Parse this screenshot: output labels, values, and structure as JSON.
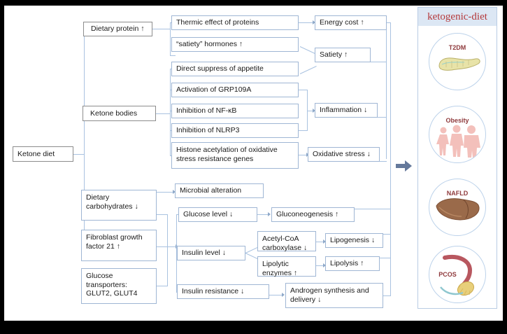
{
  "figure": {
    "background_color": "#000000",
    "canvas_color": "#ffffff",
    "box_border_color": "#9fb6d4",
    "connector_color": "#a9c2e0",
    "panel_header_color": "#dce7f4",
    "panel_title_color": "#b4393b"
  },
  "root": {
    "label": "Ketone diet"
  },
  "branches": {
    "dietary_protein": {
      "label": "Dietary protein ↑"
    },
    "ketone_bodies": {
      "label": "Ketone bodies"
    },
    "dietary_carbohydrates": {
      "label": "Dietary\ncarbohydrates ↓"
    },
    "fgf21": {
      "label": "Fibroblast growth\nfactor 21 ↑"
    },
    "glucose_transporters": {
      "label": "Glucose\ntransporters:\nGLUT2, GLUT4"
    }
  },
  "mechanisms": {
    "thermic_effect": {
      "label": "Thermic effect of proteins"
    },
    "satiety_hormones": {
      "label": "“satiety” hormones  ↑"
    },
    "direct_suppress": {
      "label": "Direct suppress of appetite"
    },
    "activation_grp109a": {
      "label": "Activation of GRP109A"
    },
    "inhibition_nfkb": {
      "label": "Inhibition of NF-κB"
    },
    "inhibition_nlrp3": {
      "label": "Inhibition of NLRP3"
    },
    "histone_acetylation": {
      "label": "Histone acetylation of oxidative\nstress resistance genes"
    },
    "microbial_alteration": {
      "label": "Microbial alteration"
    },
    "glucose_level": {
      "label": "Glucose level  ↓"
    },
    "insulin_level": {
      "label": "Insulin level   ↓"
    },
    "insulin_resistance": {
      "label": "Insulin resistance ↓"
    },
    "acetyl_coa_carboxylase": {
      "label": "Acetyl-CoA\ncarboxylase ↓"
    },
    "lipolytic_enzymes": {
      "label": "Lipolytic\nenzymes ↑"
    }
  },
  "outcomes": {
    "energy_cost": {
      "label": "Energy cost ↑"
    },
    "satiety": {
      "label": "Satiety ↑"
    },
    "inflammation": {
      "label": "Inflammation  ↓"
    },
    "oxidative_stress": {
      "label": "Oxidative stress ↓"
    },
    "gluconeogenesis": {
      "label": "Gluconeogenesis ↑"
    },
    "lipogenesis": {
      "label": "Lipogenesis ↓"
    },
    "lipolysis": {
      "label": "Lipolysis  ↑"
    },
    "androgen_synthesis": {
      "label": "Androgen synthesis and\ndelivery  ↓"
    }
  },
  "panel": {
    "title": "ketogenic-diet",
    "diseases": [
      {
        "label": "T2DM",
        "icon": "pancreas-icon"
      },
      {
        "label": "Obesity",
        "icon": "body-silhouettes-icon"
      },
      {
        "label": "NAFLD",
        "icon": "liver-icon"
      },
      {
        "label": "PCOS",
        "icon": "ovary-icon"
      }
    ]
  },
  "flow_arrow": {
    "icon": "right-arrow-icon",
    "color": "#65799b"
  }
}
